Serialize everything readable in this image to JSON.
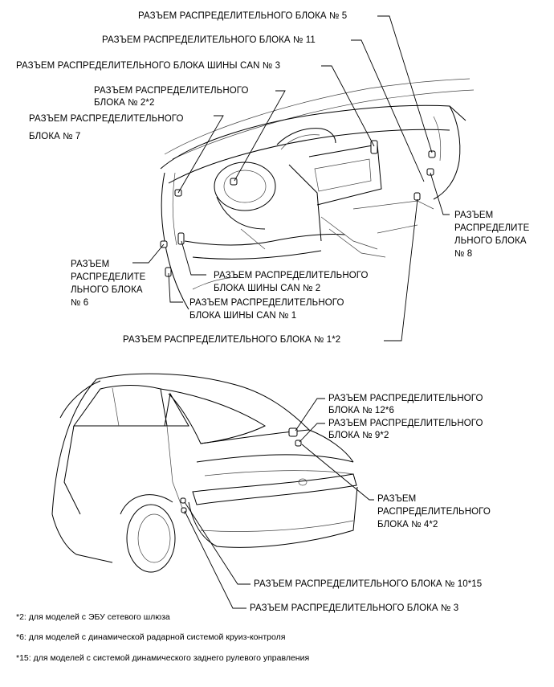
{
  "labels": {
    "c5": "РАЗЪЕМ РАСПРЕДЕЛИТЕЛЬНОГО БЛОКА № 5",
    "c11": "РАЗЪЕМ РАСПРЕДЕЛИТЕЛЬНОГО БЛОКА № 11",
    "can3": "РАЗЪЕМ РАСПРЕДЕЛИТЕЛЬНОГО БЛОКА ШИНЫ CAN № 3",
    "c2": [
      "РАЗЪЕМ РАСПРЕДЕЛИТЕЛЬНОГО",
      "БЛОКА № 2*2"
    ],
    "c7": [
      "РАЗЪЕМ РАСПРЕДЕЛИТЕЛЬНОГО",
      "БЛОКА № 7"
    ],
    "c8": [
      "РАЗЪЕМ",
      "РАСПРЕДЕЛИТЕ",
      "ЛЬНОГО БЛОКА",
      "№ 8"
    ],
    "c6": [
      "РАЗЪЕМ",
      "РАСПРЕДЕЛИТЕ",
      "ЛЬНОГО БЛОКА",
      "№ 6"
    ],
    "can2": [
      "РАЗЪЕМ РАСПРЕДЕЛИТЕЛЬНОГО",
      "БЛОКА ШИНЫ CAN № 2"
    ],
    "can1": [
      "РАЗЪЕМ РАСПРЕДЕЛИТЕЛЬНОГО",
      "БЛОКА ШИНЫ CAN № 1"
    ],
    "c1": "РАЗЪЕМ РАСПРЕДЕЛИТЕЛЬНОГО БЛОКА № 1*2",
    "c12": [
      "РАЗЪЕМ РАСПРЕДЕЛИТЕЛЬНОГО",
      "БЛОКА № 12*6"
    ],
    "c9": [
      "РАЗЪЕМ РАСПРЕДЕЛИТЕЛЬНОГО",
      "БЛОКА № 9*2"
    ],
    "c4": [
      "РАЗЪЕМ",
      "РАСПРЕДЕЛИТЕЛЬНОГО",
      "БЛОКА № 4*2"
    ],
    "c10": "РАЗЪЕМ РАСПРЕДЕЛИТЕЛЬНОГО БЛОКА № 10*15",
    "c3": "РАЗЪЕМ РАСПРЕДЕЛИТЕЛЬНОГО БЛОКА № 3"
  },
  "notes": [
    "*2: для моделей с ЭБУ сетевого шлюза",
    "*6: для моделей с динамической радарной системой круиз-контроля",
    "*15: для моделей с системой динамического заднего рулевого управления"
  ]
}
